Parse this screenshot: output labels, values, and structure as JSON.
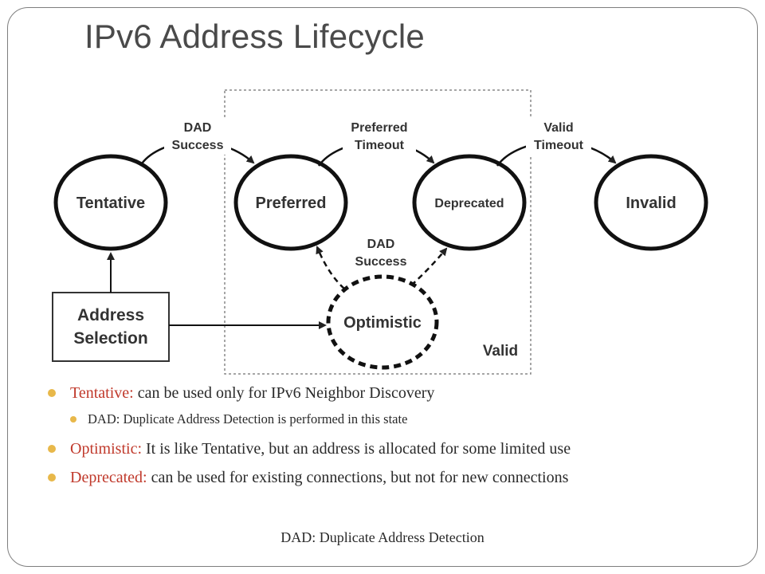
{
  "title": "IPv6 Address Lifecycle",
  "diagram": {
    "nodes": {
      "tentative": "Tentative",
      "preferred": "Preferred",
      "deprecated": "Deprecated",
      "invalid": "Invalid",
      "optimistic": "Optimistic",
      "address_selection_line1": "Address",
      "address_selection_line2": "Selection"
    },
    "edges": {
      "dad_success_line1": "DAD",
      "dad_success_line2": "Success",
      "preferred_timeout_line1": "Preferred",
      "preferred_timeout_line2": "Timeout",
      "valid_timeout_line1": "Valid",
      "valid_timeout_line2": "Timeout",
      "optimistic_dad_line1": "DAD",
      "optimistic_dad_line2": "Success"
    },
    "region_label": "Valid"
  },
  "bullets": [
    {
      "term": "Tentative:",
      "text": " can be used only for IPv6 Neighbor Discovery"
    },
    {
      "text": "DAD: Duplicate Address Detection is performed in this state"
    },
    {
      "term": "Optimistic:",
      "text": " It is like Tentative, but an address is allocated for some limited use"
    },
    {
      "term": "Deprecated:",
      "text": " can be used for existing connections, but not for new connections"
    }
  ],
  "footnote": "DAD: Duplicate Address Detection",
  "colors": {
    "term": "#c0392b",
    "bullet": "#e8b84a",
    "title": "#4a4a4a"
  }
}
